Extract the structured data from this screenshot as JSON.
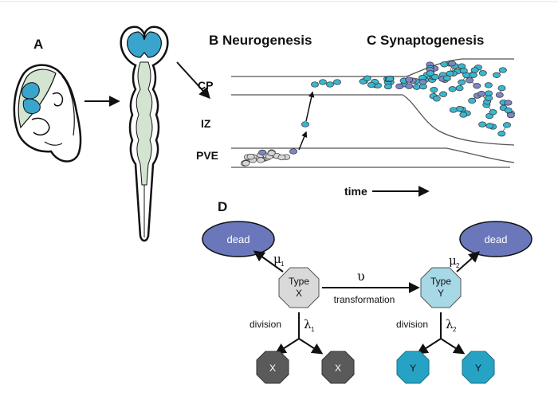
{
  "panels": {
    "a": "A",
    "b": "B Neurogenesis",
    "c": "C Synaptogenesis",
    "d": "D"
  },
  "layers": {
    "cp": "CP",
    "iz": "IZ",
    "pve": "PVE"
  },
  "time_label": "time",
  "model": {
    "dead_left": "dead",
    "dead_right": "dead",
    "type_x_line1": "Type",
    "type_x_line2": "X",
    "type_y_line1": "Type",
    "type_y_line2": "Y",
    "mu1": "μ",
    "mu1_sub": "1",
    "mu2": "μ",
    "mu2_sub": "2",
    "upsilon": "υ",
    "transformation": "transformation",
    "division_left": "division",
    "division_right": "division",
    "lambda1": "λ",
    "lambda1_sub": "1",
    "lambda2": "λ",
    "lambda2_sub": "2",
    "daughter_x1": "X",
    "daughter_x2": "X",
    "daughter_y1": "Y",
    "daughter_y2": "Y"
  },
  "colors": {
    "embryo_green": "#d3e4d1",
    "brain_blue": "#3aa5cc",
    "cell_gray": "#d6d6d6",
    "cell_purple": "#7f86c4",
    "cell_teal": "#3bb6cf",
    "dead_fill": "#6a78bb",
    "type_x_fill": "#d9d9d9",
    "type_y_fill": "#a6d8e6",
    "daughter_x_fill": "#5a5a5a",
    "daughter_y_fill": "#26a3c4"
  }
}
